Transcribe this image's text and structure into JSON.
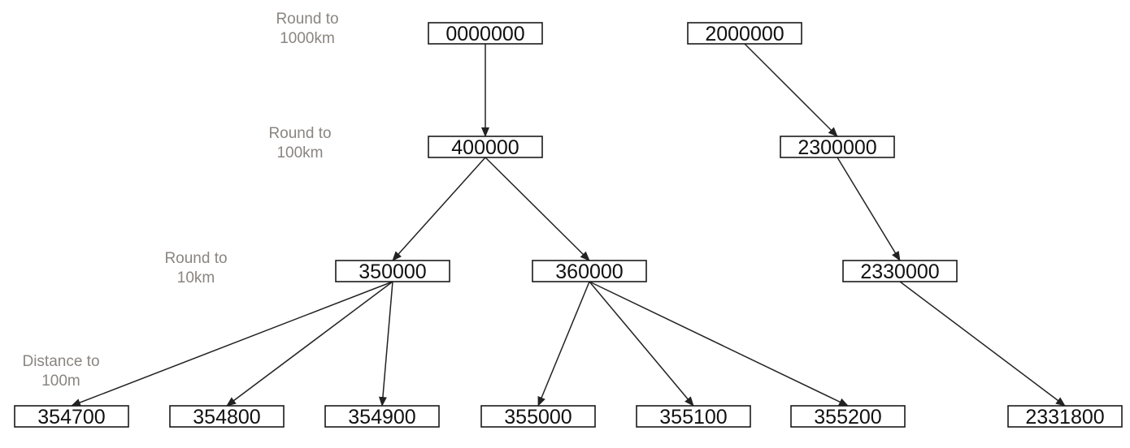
{
  "level_labels": [
    {
      "id": "L1",
      "lines": [
        "Round to",
        "1000km"
      ]
    },
    {
      "id": "L2",
      "lines": [
        "Round to",
        "100km"
      ]
    },
    {
      "id": "L3",
      "lines": [
        "Round to",
        "10km"
      ]
    },
    {
      "id": "L4",
      "lines": [
        "Distance to",
        "100m"
      ]
    }
  ],
  "nodes": [
    {
      "id": "n0",
      "label": "0000000"
    },
    {
      "id": "n1",
      "label": "2000000"
    },
    {
      "id": "n2",
      "label": "400000"
    },
    {
      "id": "n3",
      "label": "2300000"
    },
    {
      "id": "n4",
      "label": "350000"
    },
    {
      "id": "n5",
      "label": "360000"
    },
    {
      "id": "n6",
      "label": "2330000"
    },
    {
      "id": "n7",
      "label": "354700"
    },
    {
      "id": "n8",
      "label": "354800"
    },
    {
      "id": "n9",
      "label": "354900"
    },
    {
      "id": "n10",
      "label": "355000"
    },
    {
      "id": "n11",
      "label": "355100"
    },
    {
      "id": "n12",
      "label": "355200"
    },
    {
      "id": "n13",
      "label": "2331800"
    }
  ],
  "edges": [
    {
      "from": "n0",
      "to": "n2"
    },
    {
      "from": "n1",
      "to": "n3"
    },
    {
      "from": "n2",
      "to": "n4"
    },
    {
      "from": "n2",
      "to": "n5"
    },
    {
      "from": "n3",
      "to": "n6"
    },
    {
      "from": "n4",
      "to": "n7"
    },
    {
      "from": "n4",
      "to": "n8"
    },
    {
      "from": "n4",
      "to": "n9"
    },
    {
      "from": "n5",
      "to": "n10"
    },
    {
      "from": "n5",
      "to": "n11"
    },
    {
      "from": "n5",
      "to": "n12"
    },
    {
      "from": "n6",
      "to": "n13"
    }
  ]
}
